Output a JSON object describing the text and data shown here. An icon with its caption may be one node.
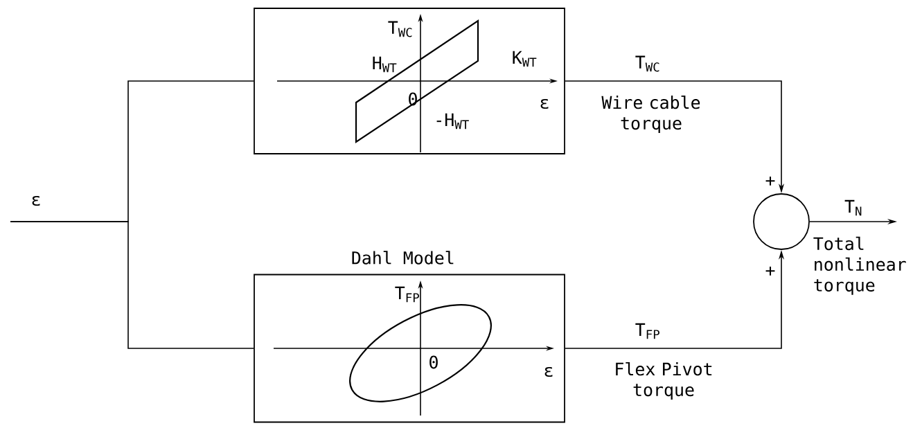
{
  "diagram": {
    "nodes": [
      {
        "text": [
          "T$_{WC}$",
          "H$_{WT}$",
          "K$_{WT}$",
          "0",
          "-H$_{WT}$",
          "ε"
        ]
      },
      {
        "text": [
          "Dahl Model",
          "T$_{FP}$",
          "0",
          "ε"
        ]
      },
      {
        "text": [],
        "shape": "circle",
        "beside": [
          "+",
          "+",
          "Total nonlinear torque"
        ]
      }
    ],
    "edges": [
      {
        "from": null,
        "to": 0,
        "arrow": "none",
        "label": "ε"
      },
      {
        "from": null,
        "to": 1,
        "arrow": "none"
      },
      {
        "from": 0,
        "to": 2,
        "arrow": "to",
        "label": "T$_{WC}$"
      },
      {
        "from": 1,
        "to": 2,
        "arrow": "to",
        "label": "T$_{FP}$"
      },
      {
        "from": 2,
        "to": null,
        "arrow": "to",
        "label": "T$_{N}$"
      }
    ],
    "labels": [
      "Wire cable torque",
      "Flex Pivot torque"
    ]
  }
}
